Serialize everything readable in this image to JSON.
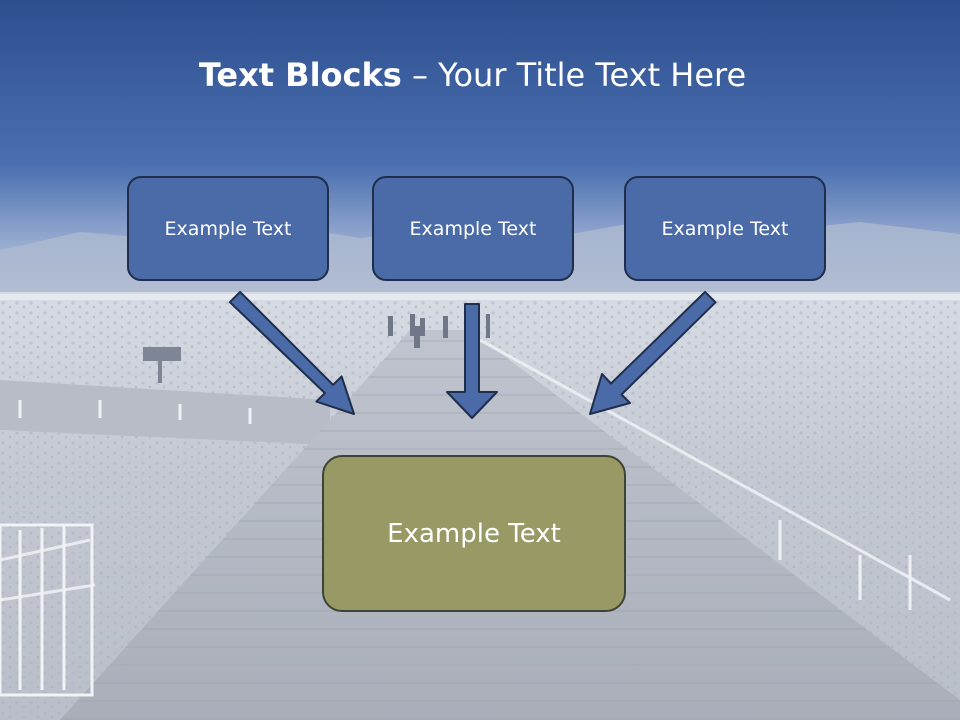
{
  "slide": {
    "title_bold": "Text Blocks",
    "title_dash": " – ",
    "title_rest": "Your Title Text Here",
    "top_boxes": [
      "Example Text",
      "Example Text",
      "Example Text"
    ],
    "bottom_box": "Example Text",
    "colors": {
      "header_blue": "#3a5a96",
      "box_blue": "#4a6aa8",
      "box_olive": "#999965",
      "arrow_blue": "#4a6aa8"
    }
  }
}
